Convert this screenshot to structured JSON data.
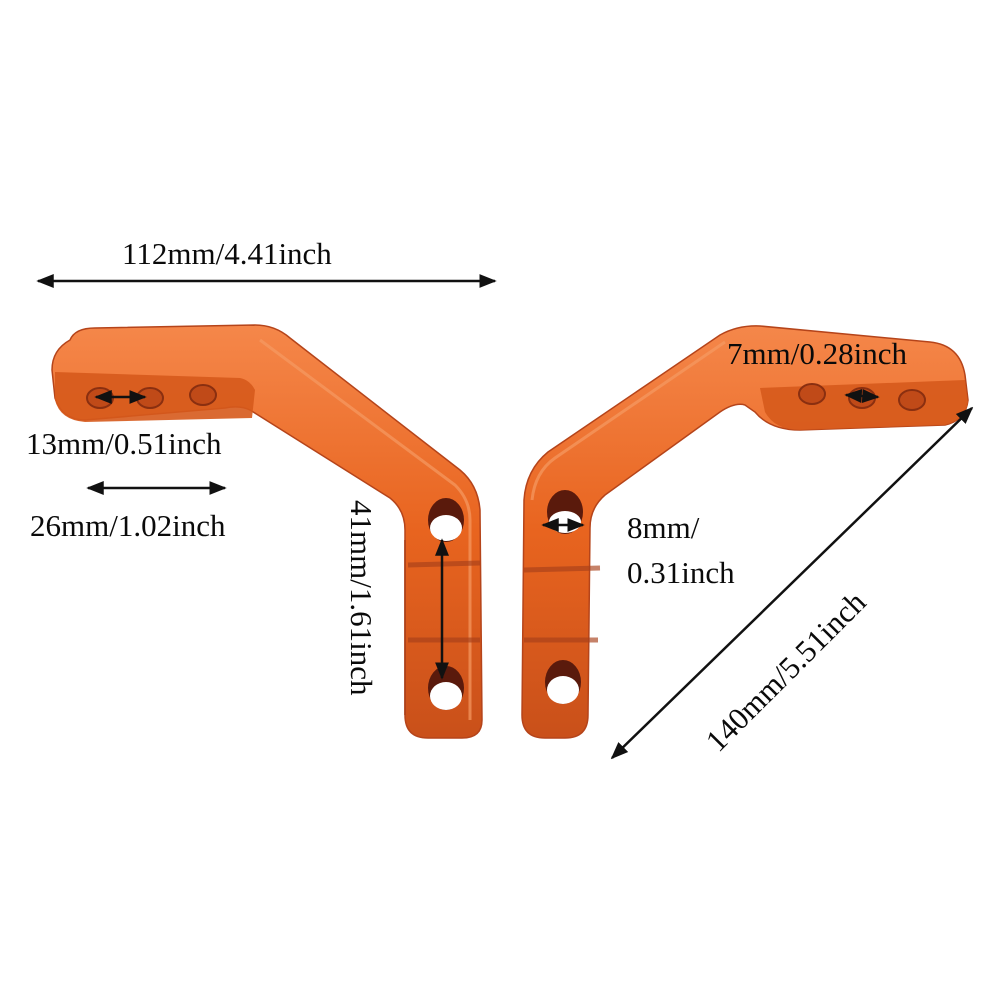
{
  "product": {
    "description": "Pair of orange anodized aluminum L-shaped brackets with dimension annotations",
    "color": "#e8641f",
    "color_shadow": "#b5441a",
    "color_highlight": "#f5874a",
    "hole_color": "#5a1a0c",
    "background": "#ffffff"
  },
  "dimensions": {
    "overall_width": "112mm/4.41inch",
    "hole_spacing_small": "13mm/0.51inch",
    "hole_spacing_span": "26mm/1.02inch",
    "mount_hole_spacing": "41mm/1.61inch",
    "thread_hole": "7mm/0.28inch",
    "mount_hole_diameter_line1": "8mm/",
    "mount_hole_diameter_line2": "0.31inch",
    "overall_diagonal": "140mm/5.51inch"
  },
  "parts": [
    {
      "name": "left-bracket",
      "threaded_holes": 3,
      "mount_holes": 2
    },
    {
      "name": "right-bracket",
      "threaded_holes": 3,
      "mount_holes": 2
    }
  ]
}
